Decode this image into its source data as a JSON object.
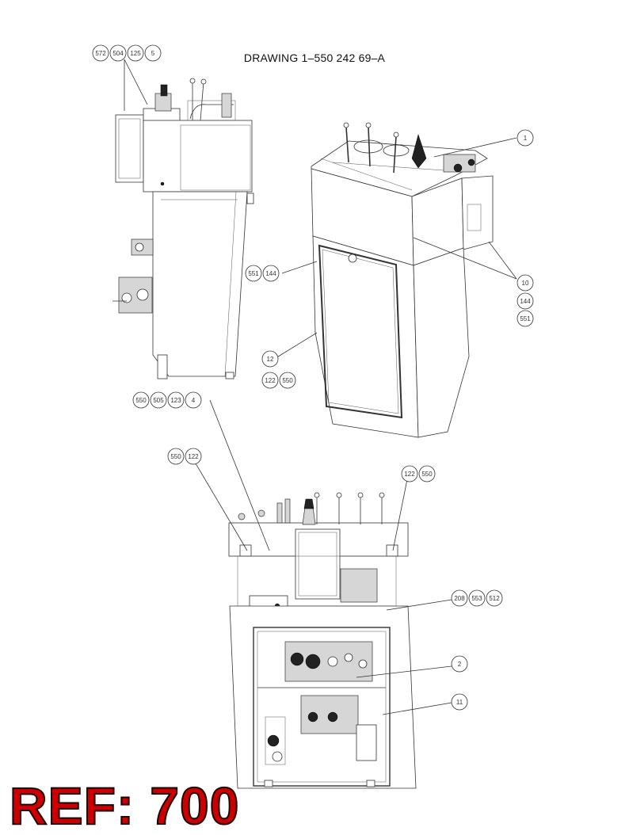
{
  "drawing": {
    "title": "DRAWING 1–550 242 69–A",
    "ref_label": "REF: 700",
    "colors": {
      "ref_text": "#cc0000",
      "line": "#333333"
    }
  },
  "callouts": {
    "top_left_group": [
      "572",
      "504",
      "125",
      "5"
    ],
    "item_1": "1",
    "item_10_group": [
      "10",
      "144",
      "551"
    ],
    "item_551_144": [
      "551",
      "144"
    ],
    "item_12": "12",
    "item_122_550_a": [
      "122",
      "550"
    ],
    "item_550_505_123_4": [
      "550",
      "505",
      "123",
      "4"
    ],
    "item_550_122": [
      "550",
      "122"
    ],
    "item_122_550_b": [
      "122",
      "550"
    ],
    "item_208_553_512": [
      "208",
      "553",
      "512"
    ],
    "item_2": "2",
    "item_11": "11"
  }
}
